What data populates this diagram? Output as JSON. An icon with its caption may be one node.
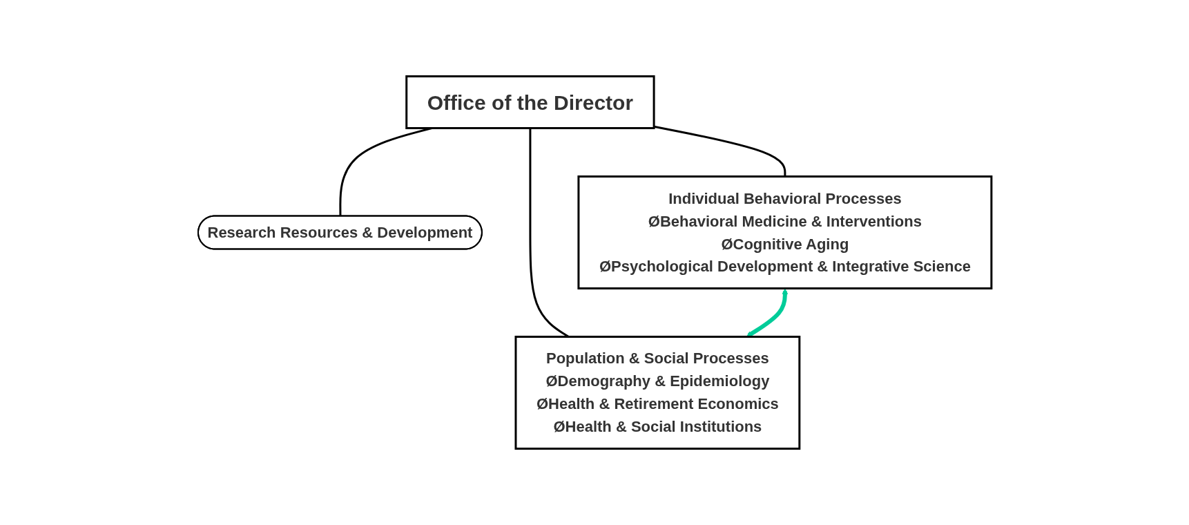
{
  "diagram": {
    "nodes": [
      {
        "text": [
          "Office of the Director"
        ]
      },
      {
        "text": [
          "Research Resources & Development"
        ]
      },
      {
        "text": [
          "Individual Behavioral Processes",
          "ØBehavioral Medicine & Interventions",
          "ØCognitive Aging",
          "ØPsychological Development & Integrative Science"
        ]
      },
      {
        "text": [
          "Population & Social Processes",
          "ØDemography & Epidemiology",
          "ØHealth & Retirement Economics",
          "ØHealth & Social Institutions"
        ]
      }
    ],
    "edges": [
      {
        "from": 0,
        "to": 1,
        "arrow": "none"
      },
      {
        "from": 0,
        "to": 2,
        "arrow": "none"
      },
      {
        "from": 0,
        "to": 3,
        "arrow": "none"
      },
      {
        "from": 2,
        "to": 3,
        "arrow": "both",
        "style": "thick",
        "color": "#00cc99"
      }
    ]
  }
}
